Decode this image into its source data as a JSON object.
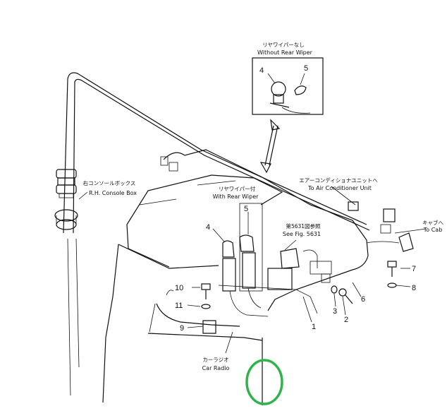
{
  "labels": {
    "without_wiper_jp": "リヤワイパーなし",
    "without_wiper_en": "Without Rear Wiper",
    "with_wiper_jp": "リヤワイパー付",
    "with_wiper_en": "With Rear Wiper",
    "console_jp": "右コンソールボックス",
    "console_en": "R.H. Console Box",
    "aircon_jp": "エアーコンディショナユニットへ",
    "aircon_en": "To Air Conditioner Unit",
    "cab_jp": "キャブへ",
    "cab_en": "To Cab",
    "seefig_jp": "第5631図参照",
    "seefig_en": "See Fig. 5631",
    "radio_jp": "カーラジオ",
    "radio_en": "Car Radio"
  },
  "part_numbers": {
    "p1": "1",
    "p2": "2",
    "p3": "3",
    "p4_inset": "4",
    "p5_inset": "5",
    "p4": "4",
    "p5": "5",
    "p6": "6",
    "p7": "7",
    "p8": "8",
    "p9": "9",
    "p10": "10",
    "p11": "11"
  },
  "colors": {
    "ink": "#111111",
    "highlight_circle": "#2fb34a"
  }
}
